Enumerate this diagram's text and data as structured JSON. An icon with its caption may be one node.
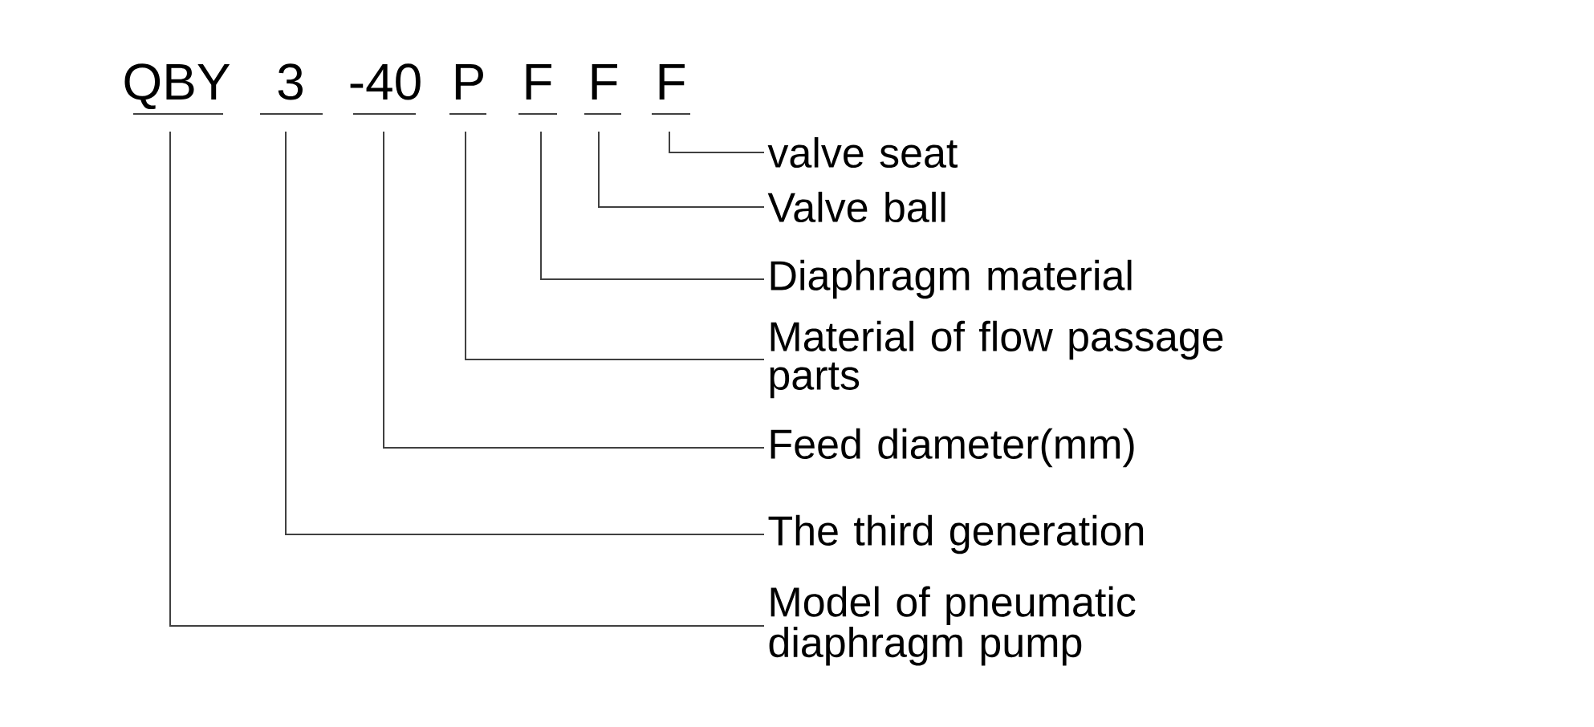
{
  "diagram": {
    "nodes": [
      {
        "text": [
          "QBY"
        ]
      },
      {
        "text": [
          "3"
        ]
      },
      {
        "text": [
          "-40"
        ]
      },
      {
        "text": [
          "P"
        ]
      },
      {
        "text": [
          "F"
        ]
      },
      {
        "text": [
          "F"
        ]
      },
      {
        "text": [
          "F"
        ]
      },
      {
        "text": [
          "valve seat"
        ]
      },
      {
        "text": [
          "Valve ball"
        ]
      },
      {
        "text": [
          "Diaphragm material"
        ]
      },
      {
        "text": [
          "Material of flow passage parts"
        ]
      },
      {
        "text": [
          "Feed diameter(mm)"
        ]
      },
      {
        "text": [
          "The third generation"
        ]
      },
      {
        "text": [
          "Model of pneumatic diaphragm pump"
        ]
      }
    ],
    "edges": [
      {
        "from": 7,
        "to": 6,
        "arrow": "none"
      },
      {
        "from": 8,
        "to": 5,
        "arrow": "none"
      },
      {
        "from": 9,
        "to": 4,
        "arrow": "none"
      },
      {
        "from": 10,
        "to": 3,
        "arrow": "none"
      },
      {
        "from": 11,
        "to": 2,
        "arrow": "none"
      },
      {
        "from": 12,
        "to": 1,
        "arrow": "none"
      },
      {
        "from": 13,
        "to": 0,
        "arrow": "none"
      }
    ]
  }
}
